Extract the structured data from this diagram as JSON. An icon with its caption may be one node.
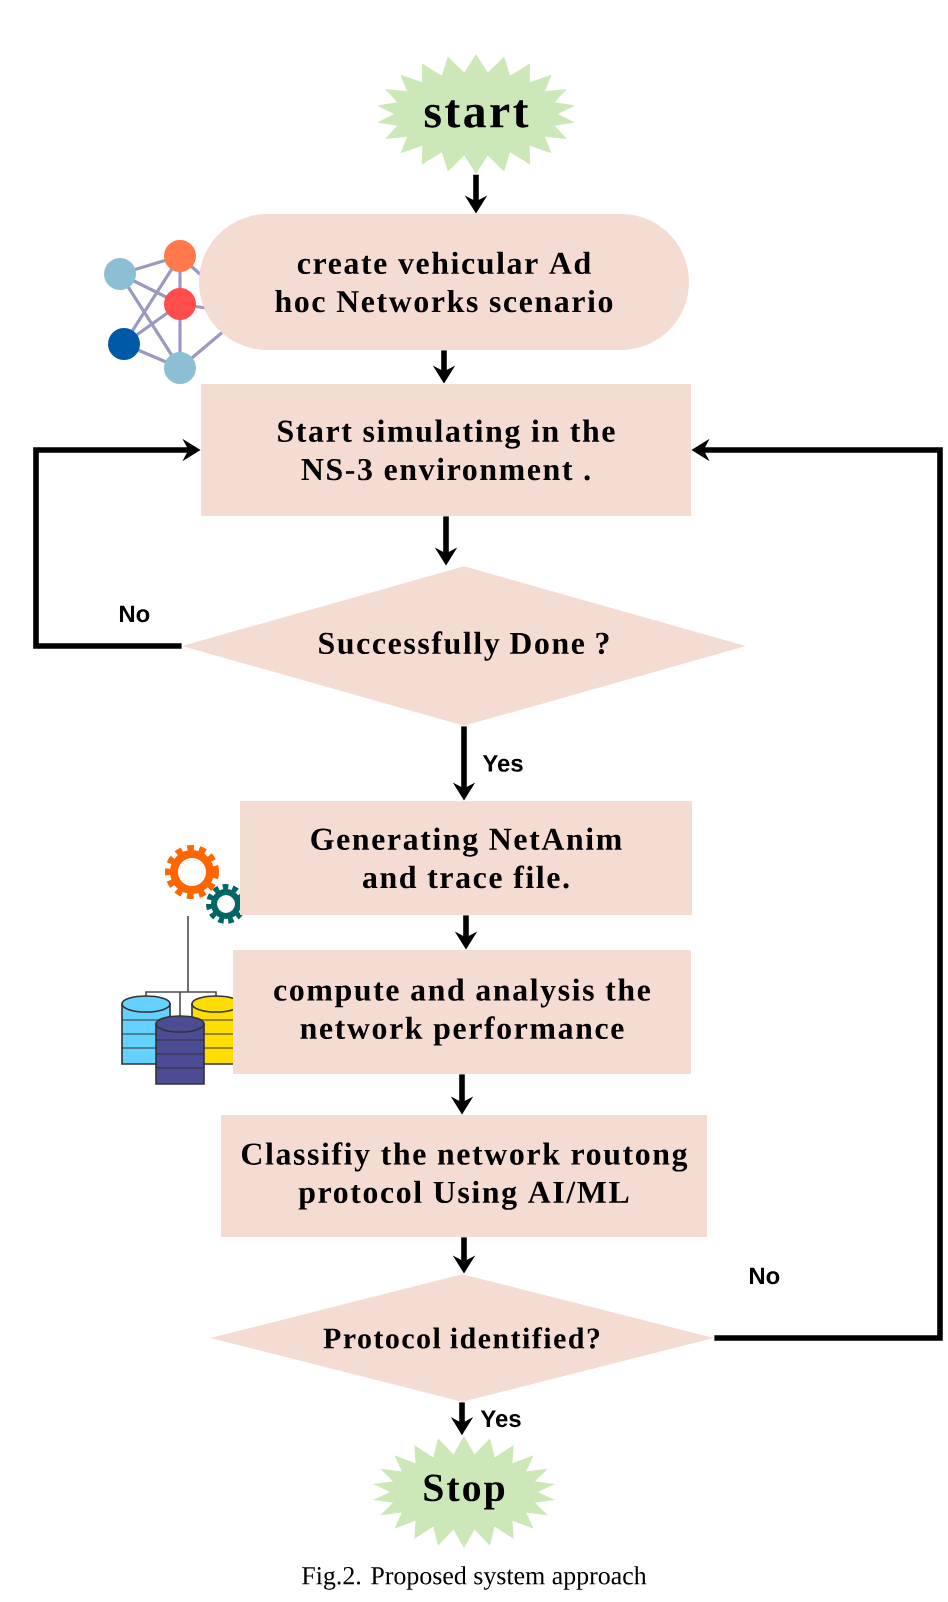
{
  "diagram": {
    "caption": "Fig.2. Proposed system approach",
    "nodes": [
      {
        "text": [
          "start"
        ]
      },
      {
        "text": [
          "create vehicular Ad hoc Networks scenario"
        ]
      },
      {
        "text": [
          "Start simulating in the NS-3 environment ."
        ]
      },
      {
        "text": [
          "Successfully  Done ?"
        ]
      },
      {
        "text": [
          "Generating NetAnim and trace file."
        ]
      },
      {
        "text": [
          "compute and analysis the network performance"
        ]
      },
      {
        "text": [
          "Classifiy  the network routong protocol Using AI/ML"
        ]
      },
      {
        "text": [
          "Protocol identified?"
        ]
      },
      {
        "text": [
          "Stop"
        ]
      }
    ],
    "edges": [
      {
        "from": 0,
        "to": 1,
        "arrow": "to"
      },
      {
        "from": 1,
        "to": 2,
        "arrow": "to"
      },
      {
        "from": 2,
        "to": 3,
        "arrow": "to"
      },
      {
        "from": 3,
        "to": 4,
        "arrow": "to",
        "label": "Yes"
      },
      {
        "from": 4,
        "to": 5,
        "arrow": "to"
      },
      {
        "from": 5,
        "to": 6,
        "arrow": "to"
      },
      {
        "from": 6,
        "to": 7,
        "arrow": "to"
      },
      {
        "from": 7,
        "to": 8,
        "arrow": "to",
        "label": "Yes"
      },
      {
        "from": 3,
        "to": 2,
        "arrow": "to",
        "label": "No"
      },
      {
        "from": 7,
        "to": 2,
        "arrow": "to",
        "label": "No"
      }
    ]
  }
}
